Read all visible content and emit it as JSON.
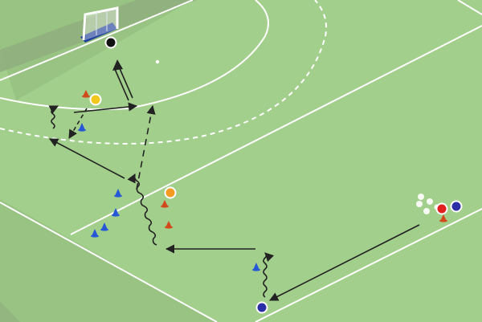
{
  "diagram": {
    "type": "field-hockey-drill",
    "colors": {
      "pitch": "#a3cf8c",
      "runoff": "#98c383",
      "fence": "#8fae7e",
      "line": "#ffffff",
      "arrow": "#222222",
      "goal_frame": "#ffffff",
      "goal_base": "#1f3f9a"
    },
    "players": [
      {
        "id": "keeper",
        "color": "#111111"
      },
      {
        "id": "attacker-yellow",
        "color": "#f2c81f"
      },
      {
        "id": "attacker-orange",
        "color": "#f59a23"
      },
      {
        "id": "attacker-blue-bottom",
        "color": "#2a2fa8"
      },
      {
        "id": "feeder-red",
        "color": "#e32020"
      },
      {
        "id": "feeder-blue",
        "color": "#2a2fa8"
      }
    ],
    "cones": [
      {
        "id": "cone-blue-1",
        "color": "#2557d6"
      },
      {
        "id": "cone-blue-2",
        "color": "#2557d6"
      },
      {
        "id": "cone-blue-3",
        "color": "#2557d6"
      },
      {
        "id": "cone-blue-4",
        "color": "#2557d6"
      },
      {
        "id": "cone-blue-5",
        "color": "#2557d6"
      },
      {
        "id": "cone-blue-6",
        "color": "#2557d6"
      },
      {
        "id": "cone-red-1",
        "color": "#d24a1c"
      },
      {
        "id": "cone-red-2",
        "color": "#d24a1c"
      },
      {
        "id": "cone-red-3",
        "color": "#d24a1c"
      },
      {
        "id": "cone-red-4",
        "color": "#d24a1c"
      }
    ],
    "balls": {
      "count": 5,
      "color": "#ffffff"
    },
    "arrow_styles": [
      "pass",
      "run",
      "dribble",
      "shot"
    ]
  }
}
